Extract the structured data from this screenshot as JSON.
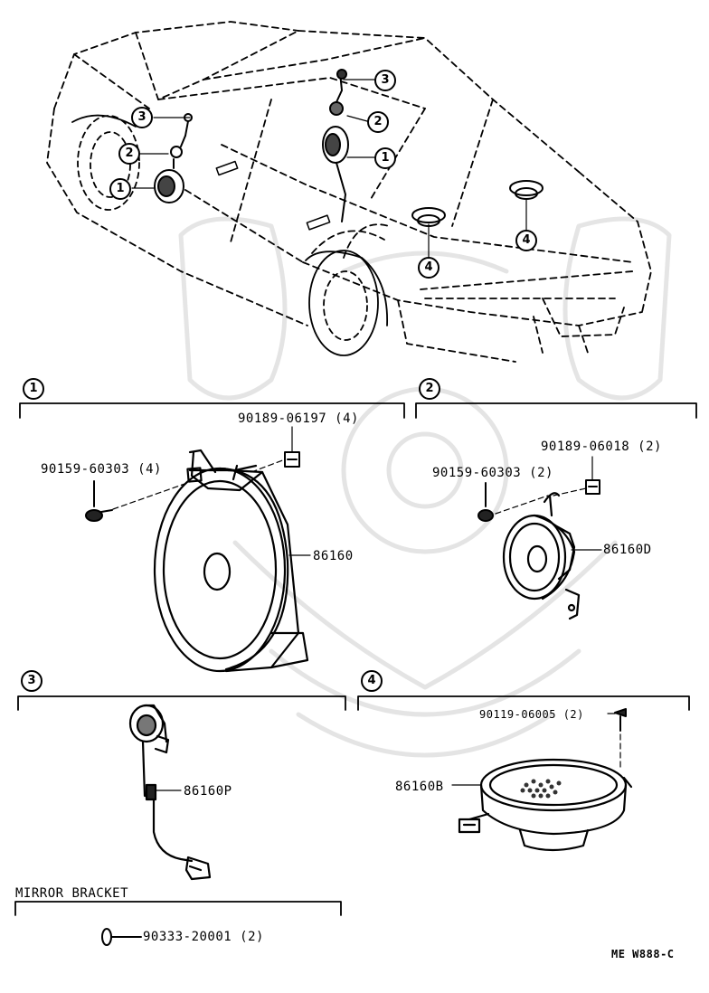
{
  "callouts": {
    "c1": "1",
    "c2": "2",
    "c3": "3",
    "c4": "4"
  },
  "section1": {
    "number": "1",
    "bolt": "90159-60303 (4)",
    "nut": "90189-06197 (4)",
    "speaker": "86160"
  },
  "section2": {
    "number": "2",
    "bolt": "90159-60303 (2)",
    "nut": "90189-06018 (2)",
    "speaker": "86160D"
  },
  "section3": {
    "number": "3",
    "tweeter": "86160P"
  },
  "section4": {
    "number": "4",
    "screw": "90119-06005 (2)",
    "speaker": "86160B"
  },
  "mirror_bracket": {
    "title": "MIRROR BRACKET",
    "clip": "90333-20001 (2)"
  },
  "drawing_code": "ME W888-C"
}
